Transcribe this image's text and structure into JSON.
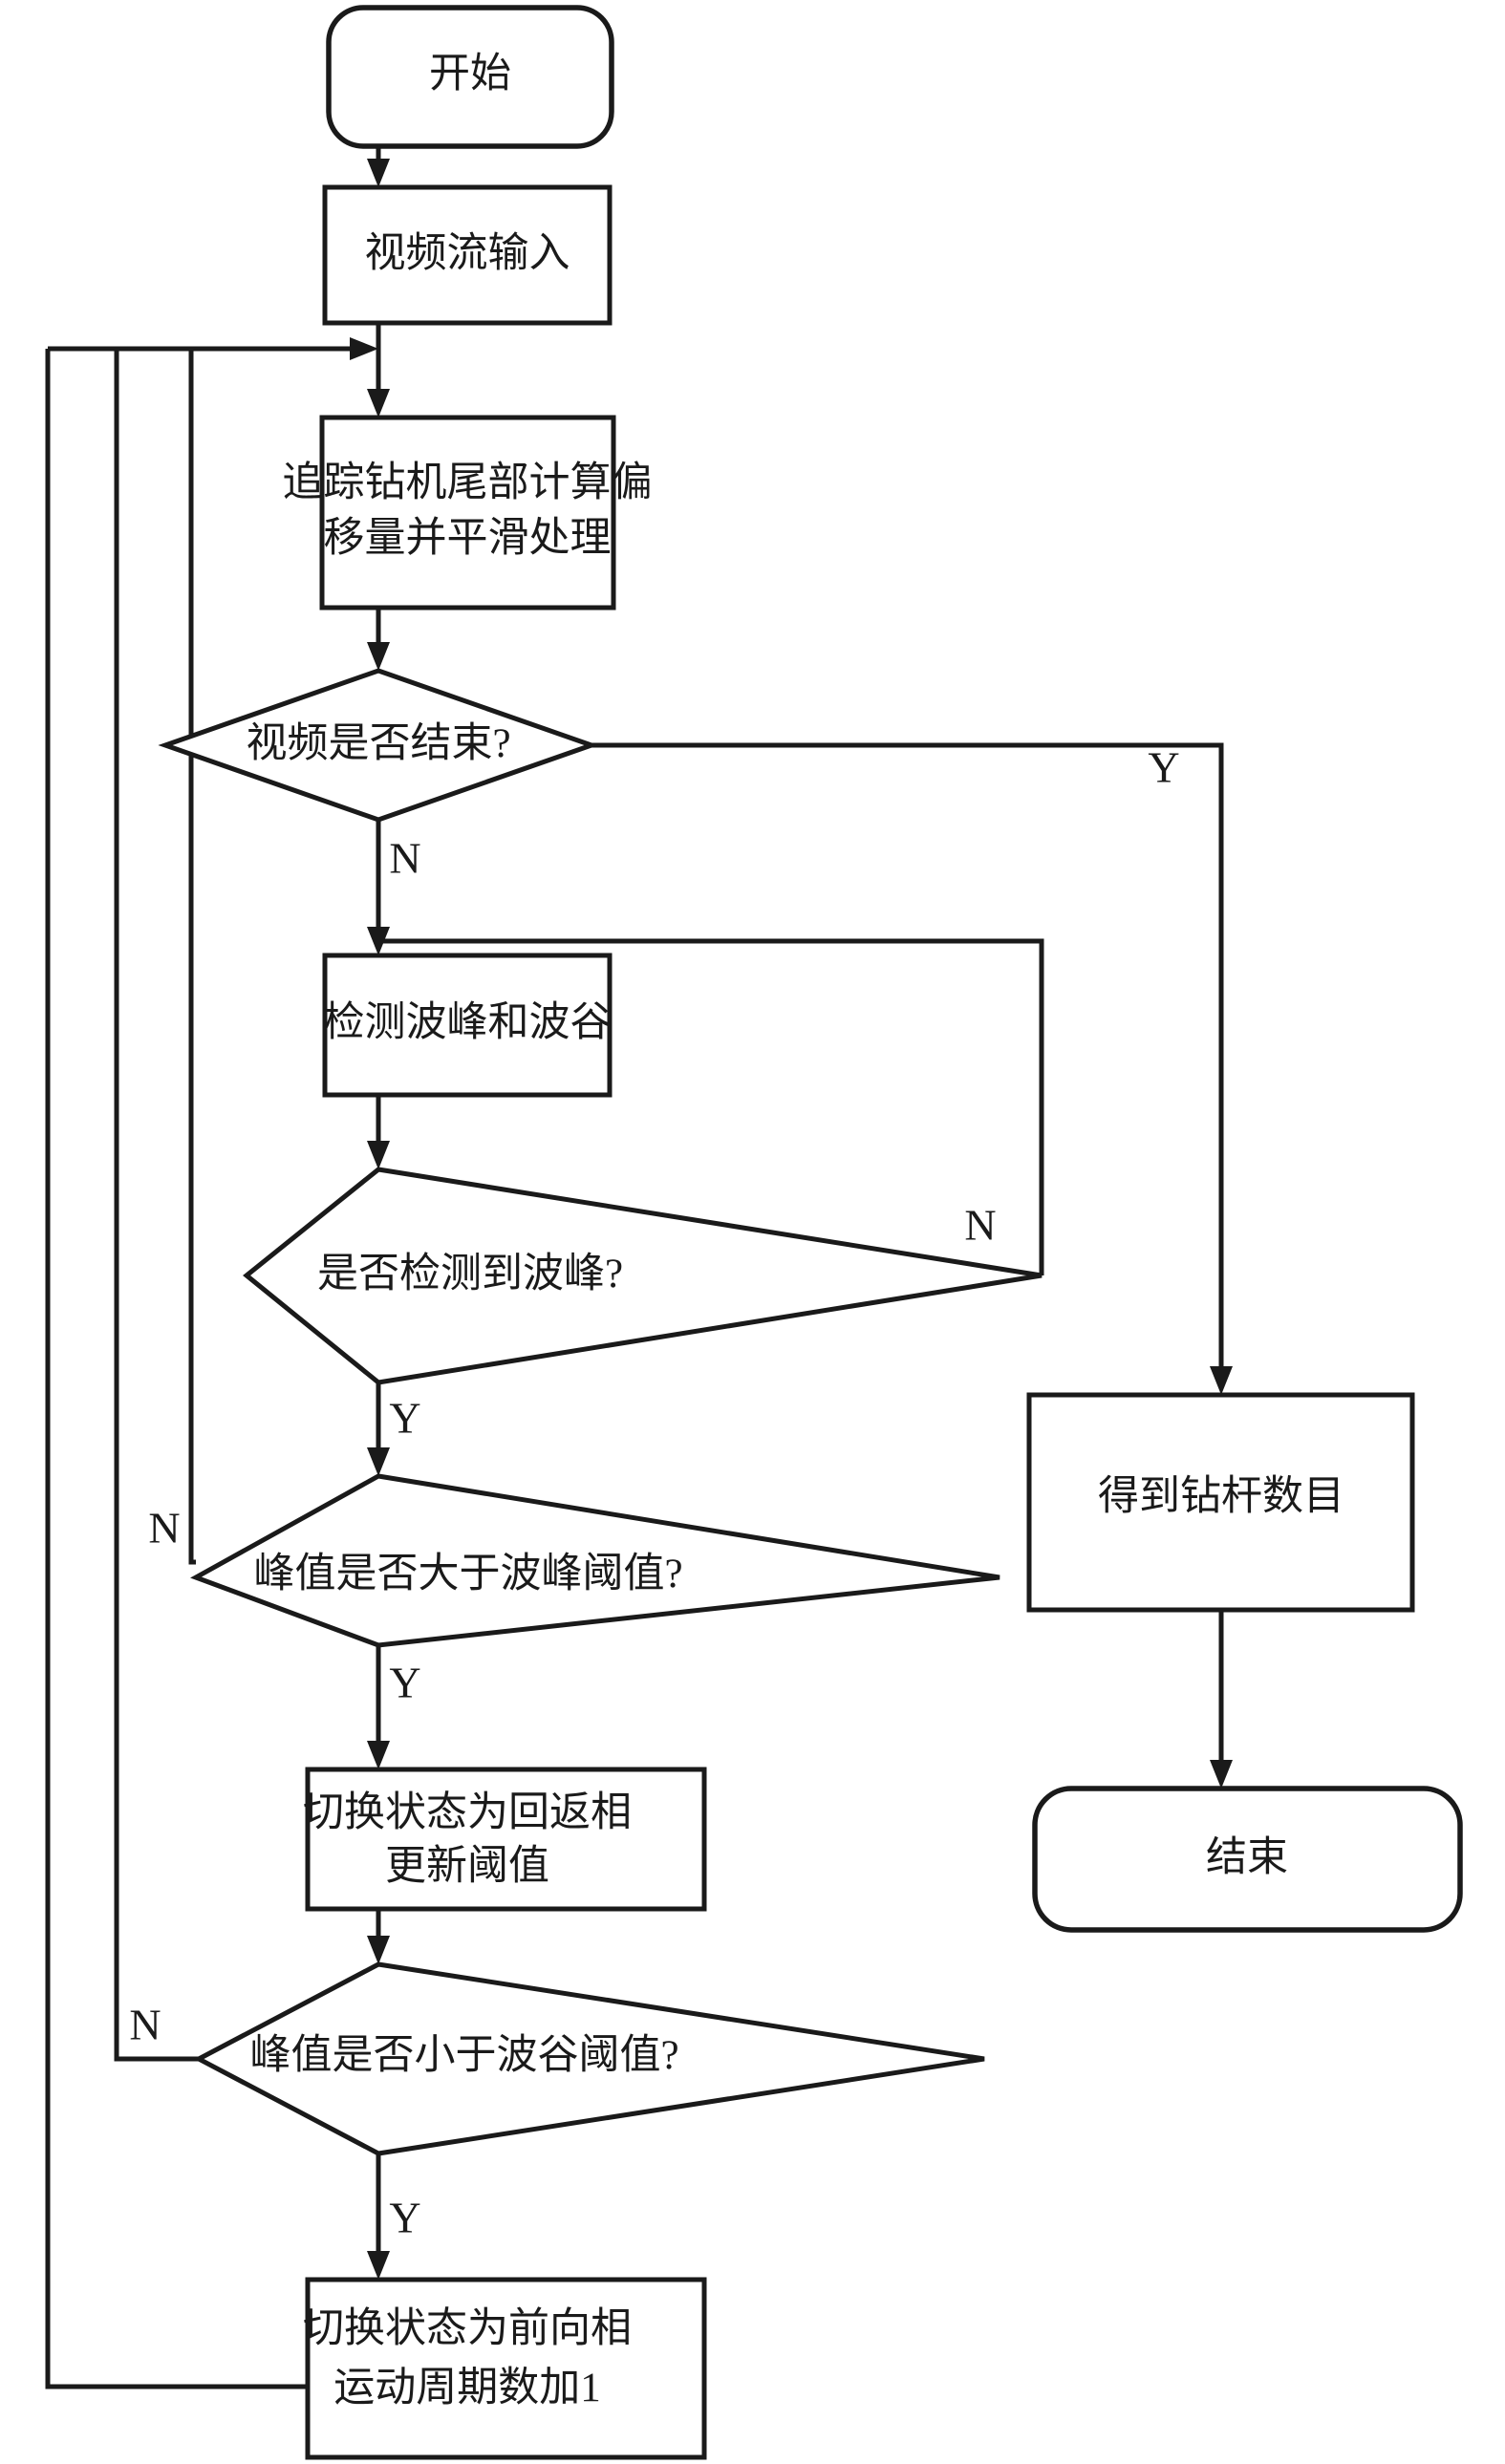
{
  "diagram": {
    "title": "钻杆计数流程图",
    "language": "zh",
    "background_color": "#ffffff",
    "line_color": "#1a1a1a",
    "nodes": [
      {
        "id": "start",
        "type": "terminator",
        "label": "开始"
      },
      {
        "id": "video_input",
        "type": "process",
        "label": "视频流输入"
      },
      {
        "id": "track",
        "type": "process",
        "label_line1": "追踪钻机尾部计算偏",
        "label_line2": "移量并平滑处理"
      },
      {
        "id": "video_end",
        "type": "decision",
        "label": "视频是否结束?"
      },
      {
        "id": "detect",
        "type": "process",
        "label": "检测波峰和波谷"
      },
      {
        "id": "peak_found",
        "type": "decision",
        "label": "是否检测到波峰?"
      },
      {
        "id": "peak_gt",
        "type": "decision",
        "label": "峰值是否大于波峰阈值?"
      },
      {
        "id": "state_back",
        "type": "process",
        "label_line1": "切换状态为回返相",
        "label_line2": "更新阈值"
      },
      {
        "id": "peak_lt",
        "type": "decision",
        "label": "峰值是否小于波谷阈值?"
      },
      {
        "id": "state_fwd",
        "type": "process",
        "label_line1": "切换状态为前向相",
        "label_line2": "运动周期数加1"
      },
      {
        "id": "result",
        "type": "process",
        "label": "得到钻杆数目"
      },
      {
        "id": "end",
        "type": "terminator",
        "label": "结束"
      }
    ],
    "branch_labels": {
      "video_end_yes": "Y",
      "video_end_no": "N",
      "peak_found_no": "N",
      "peak_found_yes": "Y",
      "peak_gt_no": "N",
      "peak_gt_yes": "Y",
      "peak_lt_no": "N",
      "peak_lt_yes": "Y"
    },
    "edges": [
      {
        "from": "start",
        "to": "video_input",
        "label": ""
      },
      {
        "from": "video_input",
        "to": "track",
        "label": ""
      },
      {
        "from": "track",
        "to": "video_end",
        "label": ""
      },
      {
        "from": "video_end",
        "to": "result",
        "label": "Y"
      },
      {
        "from": "video_end",
        "to": "detect",
        "label": "N"
      },
      {
        "from": "detect",
        "to": "peak_found",
        "label": ""
      },
      {
        "from": "peak_found",
        "to": "detect",
        "label": "N"
      },
      {
        "from": "peak_found",
        "to": "peak_gt",
        "label": "Y"
      },
      {
        "from": "peak_gt",
        "to": "track",
        "label": "N"
      },
      {
        "from": "peak_gt",
        "to": "state_back",
        "label": "Y"
      },
      {
        "from": "state_back",
        "to": "peak_lt",
        "label": ""
      },
      {
        "from": "peak_lt",
        "to": "track",
        "label": "N"
      },
      {
        "from": "peak_lt",
        "to": "state_fwd",
        "label": "Y"
      },
      {
        "from": "state_fwd",
        "to": "track",
        "label": ""
      },
      {
        "from": "result",
        "to": "end",
        "label": ""
      }
    ]
  }
}
